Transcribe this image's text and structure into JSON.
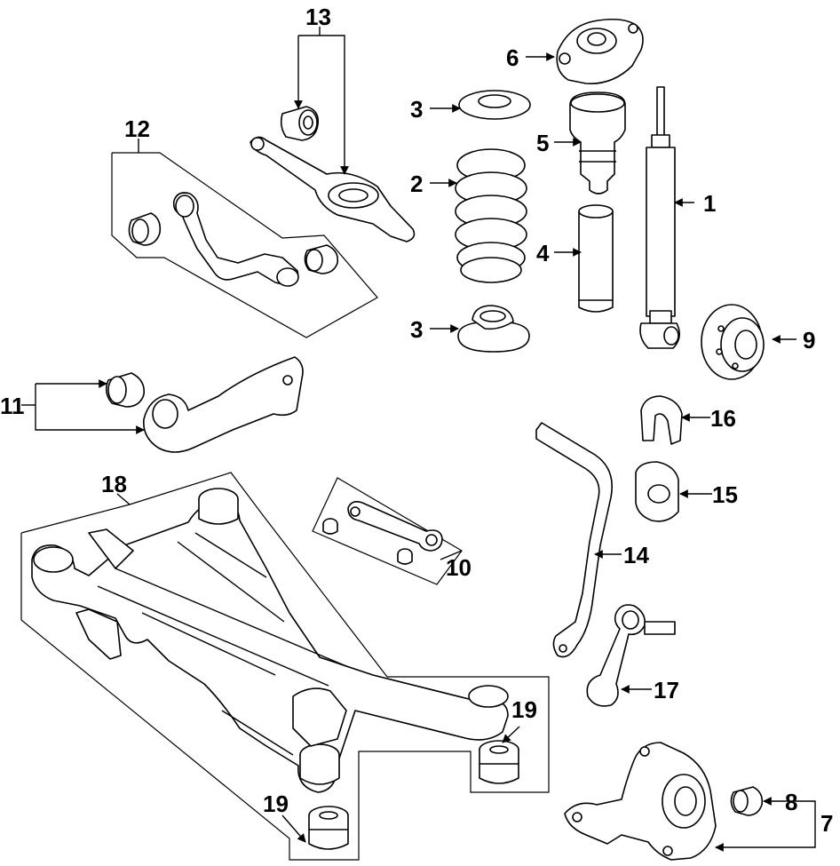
{
  "diagram": {
    "callouts": [
      "1",
      "2",
      "3",
      "3",
      "4",
      "5",
      "6",
      "7",
      "8",
      "9",
      "10",
      "11",
      "12",
      "13",
      "14",
      "15",
      "16",
      "17",
      "18",
      "19",
      "19"
    ]
  },
  "colors": {
    "line": "#000000",
    "background": "#ffffff"
  }
}
